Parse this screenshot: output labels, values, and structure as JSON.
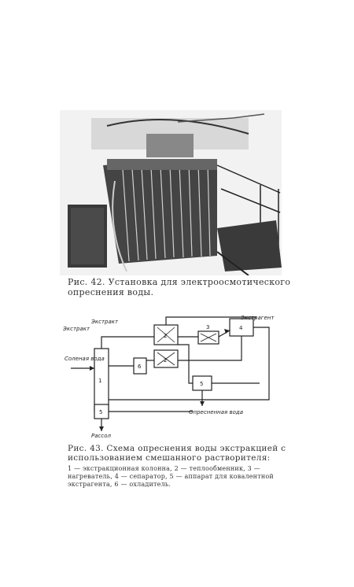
{
  "figure1": {
    "caption_number": "Рис. 42.",
    "caption_text": "Установка для электроосмотического опреснения воды."
  },
  "figure2": {
    "labels": {
      "extract_top": "Экстракт",
      "extract_left": "Экстракт",
      "saline_water": "Соленая вода",
      "extractant_right": "Экстрагент",
      "fresh_water": "Опресненная вода",
      "brine": "Рассол",
      "n1": "1",
      "n2a": "2",
      "n2b": "2",
      "n3": "3",
      "n4": "4",
      "n5a": "5",
      "n5b": "5",
      "n6": "6"
    },
    "caption_number": "Рис. 43.",
    "caption_text": "Схема опреснения воды экстракцией с использованием смешанного растворителя:",
    "legend": "1 — экстракционная колонна, 2 — теплообменник, 3 — нагреватель, 4 — сепаратор, 5 — аппарат для ко­валентной экстрагента, 6 — охладитель."
  }
}
